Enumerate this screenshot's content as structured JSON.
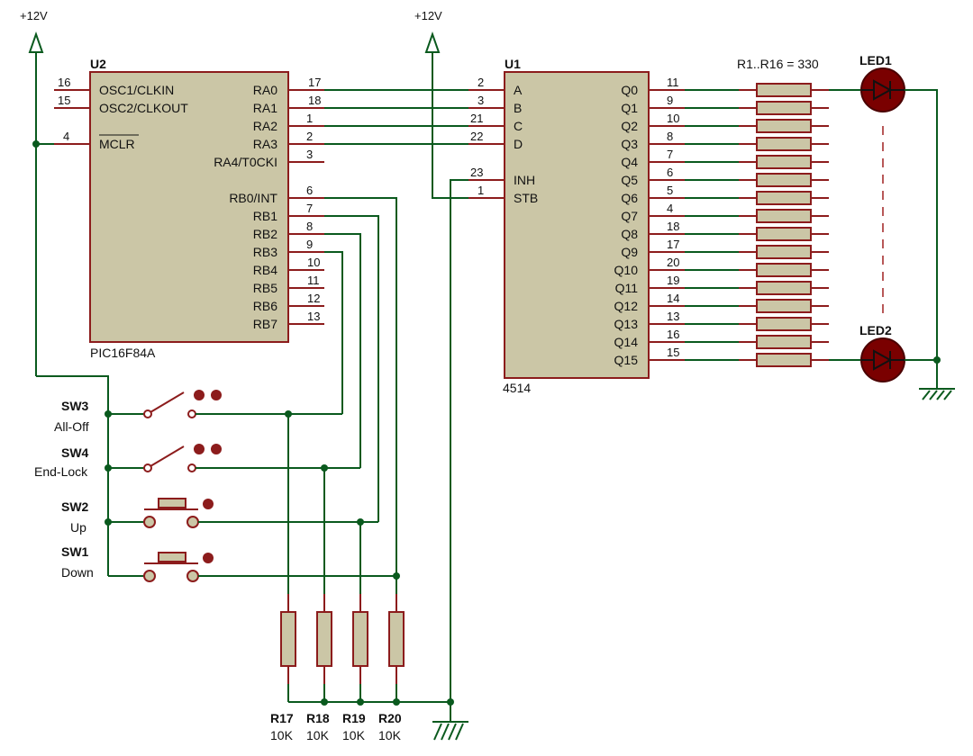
{
  "power": {
    "left": "+12V",
    "mid": "+12V"
  },
  "u2": {
    "ref": "U2",
    "part": "PIC16F84A",
    "left_pins": [
      {
        "num": "16",
        "name": "OSC1/CLKIN"
      },
      {
        "num": "15",
        "name": "OSC2/CLKOUT"
      },
      {
        "num": "4",
        "name": "MCLR"
      }
    ],
    "right_pins": [
      {
        "num": "17",
        "name": "RA0"
      },
      {
        "num": "18",
        "name": "RA1"
      },
      {
        "num": "1",
        "name": "RA2"
      },
      {
        "num": "2",
        "name": "RA3"
      },
      {
        "num": "3",
        "name": "RA4/T0CKI"
      },
      {
        "num": "6",
        "name": "RB0/INT"
      },
      {
        "num": "7",
        "name": "RB1"
      },
      {
        "num": "8",
        "name": "RB2"
      },
      {
        "num": "9",
        "name": "RB3"
      },
      {
        "num": "10",
        "name": "RB4"
      },
      {
        "num": "11",
        "name": "RB5"
      },
      {
        "num": "12",
        "name": "RB6"
      },
      {
        "num": "13",
        "name": "RB7"
      }
    ]
  },
  "u1": {
    "ref": "U1",
    "part": "4514",
    "left_pins": [
      {
        "num": "2",
        "name": "A"
      },
      {
        "num": "3",
        "name": "B"
      },
      {
        "num": "21",
        "name": "C"
      },
      {
        "num": "22",
        "name": "D"
      },
      {
        "num": "23",
        "name": "INH"
      },
      {
        "num": "1",
        "name": "STB"
      }
    ],
    "right_pins": [
      {
        "num": "11",
        "name": "Q0"
      },
      {
        "num": "9",
        "name": "Q1"
      },
      {
        "num": "10",
        "name": "Q2"
      },
      {
        "num": "8",
        "name": "Q3"
      },
      {
        "num": "7",
        "name": "Q4"
      },
      {
        "num": "6",
        "name": "Q5"
      },
      {
        "num": "5",
        "name": "Q6"
      },
      {
        "num": "4",
        "name": "Q7"
      },
      {
        "num": "18",
        "name": "Q8"
      },
      {
        "num": "17",
        "name": "Q9"
      },
      {
        "num": "20",
        "name": "Q10"
      },
      {
        "num": "19",
        "name": "Q11"
      },
      {
        "num": "14",
        "name": "Q12"
      },
      {
        "num": "13",
        "name": "Q13"
      },
      {
        "num": "16",
        "name": "Q14"
      },
      {
        "num": "15",
        "name": "Q15"
      }
    ]
  },
  "resistor_array": {
    "label": "R1..R16 = 330"
  },
  "leds": [
    {
      "ref": "LED1"
    },
    {
      "ref": "LED2"
    }
  ],
  "switches": [
    {
      "ref": "SW3",
      "label": "All-Off"
    },
    {
      "ref": "SW4",
      "label": "End-Lock"
    },
    {
      "ref": "SW2",
      "label": "Up"
    },
    {
      "ref": "SW1",
      "label": "Down"
    }
  ],
  "pulldowns": [
    {
      "ref": "R17",
      "value": "10K"
    },
    {
      "ref": "R18",
      "value": "10K"
    },
    {
      "ref": "R19",
      "value": "10K"
    },
    {
      "ref": "R20",
      "value": "10K"
    }
  ]
}
